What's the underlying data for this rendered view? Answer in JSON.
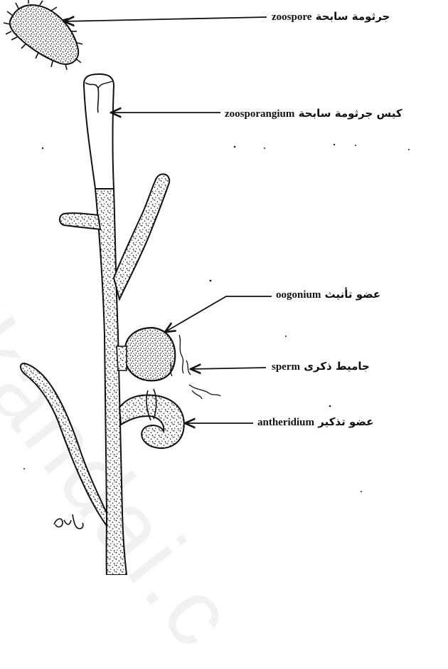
{
  "labels": {
    "zoospore": {
      "en": "zoospore",
      "ar": "جرثومة سابحة"
    },
    "zoosporangium": {
      "en": "zoosporangium",
      "ar": "كيس جرثومة سابحة"
    },
    "oogonium": {
      "en": "oogonium",
      "ar": "عضو تأنيث"
    },
    "sperm": {
      "en": "sperm",
      "ar": "جاميط ذكرى"
    },
    "antheridium": {
      "en": "antheridium",
      "ar": "عضو تذكير"
    }
  },
  "watermark": "eikandai.c",
  "colors": {
    "ink": "#111111",
    "background": "#ffffff",
    "watermark": "#d8d8d8"
  }
}
